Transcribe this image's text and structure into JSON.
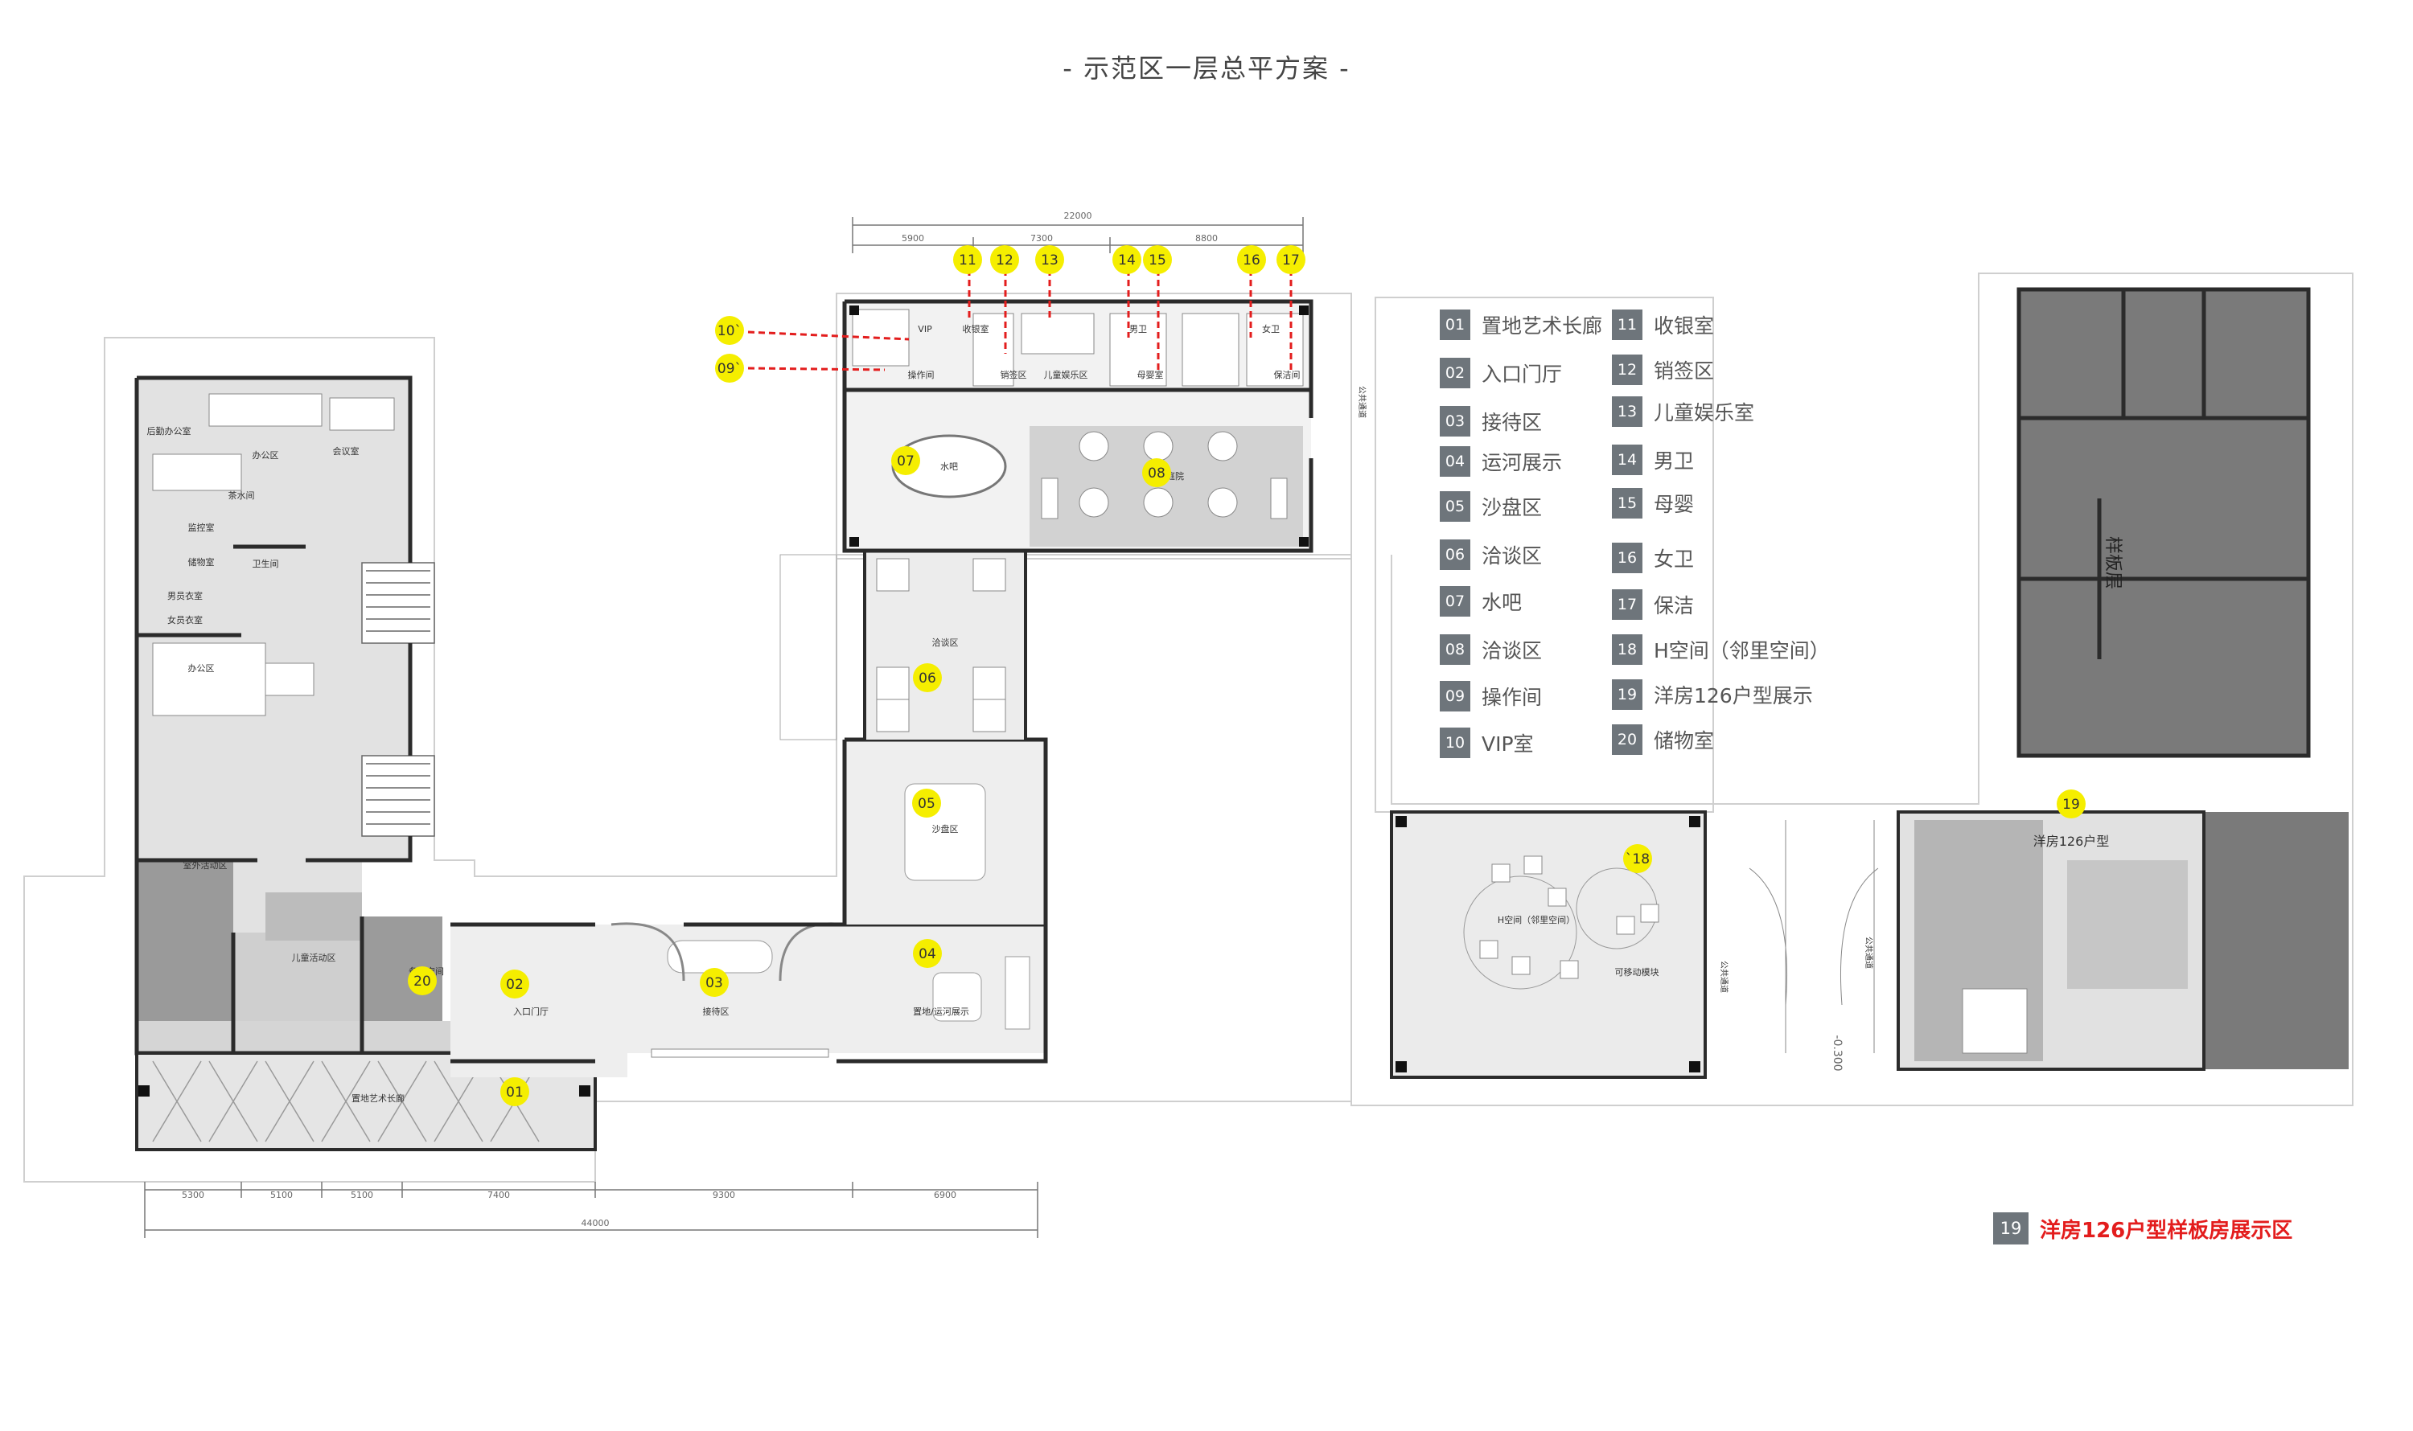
{
  "title": "- 示范区一层总平方案 -",
  "legend_col1": [
    {
      "num": "01",
      "label": "置地艺术长廊"
    },
    {
      "num": "02",
      "label": "入口门厅"
    },
    {
      "num": "03",
      "label": "接待区"
    },
    {
      "num": "04",
      "label": "运河展示"
    },
    {
      "num": "05",
      "label": "沙盘区"
    },
    {
      "num": "06",
      "label": "洽谈区"
    },
    {
      "num": "07",
      "label": "水吧"
    },
    {
      "num": "08",
      "label": "洽谈区"
    },
    {
      "num": "09",
      "label": "操作间"
    },
    {
      "num": "10",
      "label": "VIP室"
    }
  ],
  "legend_col2": [
    {
      "num": "11",
      "label": "收银室"
    },
    {
      "num": "12",
      "label": "销签区"
    },
    {
      "num": "13",
      "label": "儿童娱乐室"
    },
    {
      "num": "14",
      "label": "男卫"
    },
    {
      "num": "15",
      "label": "母婴"
    },
    {
      "num": "16",
      "label": "女卫"
    },
    {
      "num": "17",
      "label": "保洁"
    },
    {
      "num": "18",
      "label": "H空间（邻里空间）"
    },
    {
      "num": "19",
      "label": "洋房126户型展示"
    },
    {
      "num": "20",
      "label": "储物室"
    }
  ],
  "footnote": {
    "num": "19",
    "label": "洋房126户型样板房展示区"
  },
  "markers": {
    "m01": "01",
    "m02": "02",
    "m03": "03",
    "m04": "04",
    "m05": "05",
    "m06": "06",
    "m07": "07",
    "m08": "08",
    "m09": "09`",
    "m10": "10`",
    "m11": "11",
    "m12": "12",
    "m13": "13",
    "m14": "14",
    "m15": "15",
    "m16": "16",
    "m17": "17",
    "m18": "`18",
    "m19": "19",
    "m20": "20"
  },
  "rooms": {
    "art_gallery": "置地艺术长廊",
    "entrance": "入口门厅",
    "reception": "接待区",
    "canal": "置地/运河展示",
    "sandtable": "沙盘区",
    "negotiation": "洽谈区",
    "waterbar": "水吧",
    "sunken": "下沉庭院",
    "cashier": "收银室",
    "sign": "销签区",
    "kids": "儿童娱乐区",
    "male_wc": "男卫",
    "mother": "母婴室",
    "female_wc": "女卫",
    "cleaning": "保洁间",
    "vip": "VIP",
    "operation": "操作间",
    "h_space": "H空间（邻里空间）",
    "movable": "可移动模块",
    "storage": "备用空间",
    "kids_activity": "儿童活动区",
    "outdoor": "室外活动区",
    "office": "办公区",
    "meeting": "会议室",
    "office2": "办公区",
    "tea": "茶水间",
    "monitor": "监控室",
    "store": "储物室",
    "male_locker": "男员衣室",
    "female_locker": "女员衣室",
    "wc": "卫生间",
    "front_office": "后勤办公室",
    "show126": "洋房126户型",
    "public_path": "公共通道",
    "public_path2": "公共通道",
    "public_path3": "公共通道",
    "samples": "样板层"
  },
  "dimensions": {
    "top_total": "22000",
    "top_a": "5900",
    "top_b": "7300",
    "top_c": "8800",
    "bot_total": "44000",
    "bot_a": "5300",
    "bot_b": "5100",
    "bot_c": "5100",
    "bot_d": "7400",
    "bot_e": "9300",
    "bot_f": "6900",
    "elev": "-0.300"
  },
  "colors": {
    "marker": "#f5ee00",
    "legend_box": "#6e757b",
    "accent_red": "#e31d1d",
    "wall": "#2b2b2b",
    "floor": "#e2e2e2",
    "dark_block": "#7a7a7a"
  }
}
